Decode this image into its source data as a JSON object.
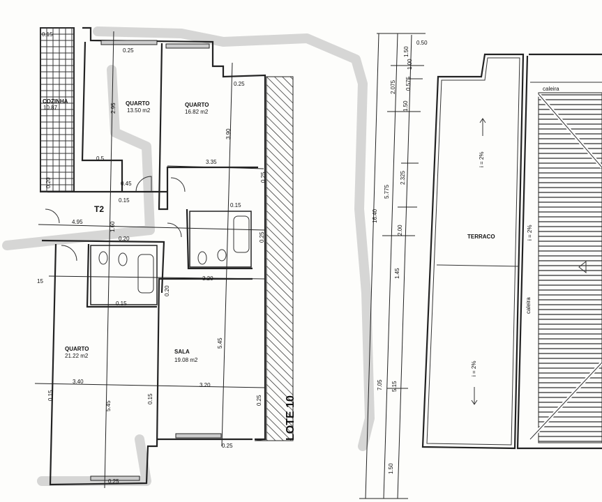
{
  "plan": {
    "unit_label": "T2",
    "lot_label": "LOTE 10",
    "rooms": [
      {
        "name": "COZINHA",
        "area": "10.87"
      },
      {
        "name": "QUARTO",
        "area": "13.50  m2"
      },
      {
        "name": "QUARTO",
        "area": "16.82  m2"
      },
      {
        "name": "QUARTO",
        "area": "21.22  m2"
      },
      {
        "name": "SALA",
        "area": "19.08  m2"
      },
      {
        "name": "TERRACO",
        "area": ""
      }
    ],
    "dimensions": {
      "top_wall_a": "0.25",
      "top_wall_b": "0.25",
      "top_wall_c": "0.15",
      "q1_height": "2.95",
      "q2_height": "3.90",
      "q2_width": "3.35",
      "wall_015_a": "0.15",
      "wall_015_b": "0.15",
      "wall_045": "0.45",
      "wall_05": "0.5",
      "hall_height": "1.60",
      "hall_width": "4.95",
      "wall_020_a": "0.20",
      "wall_020_b": "0.20",
      "sala_top_width": "3.20",
      "wall_020_c": "0.20",
      "bath_015": "0.15",
      "q3_width": "3.40",
      "sala_width": "3.20",
      "q3_height": "5.45",
      "sala_height": "5.45",
      "wall_015_c": "0.15",
      "wall_015_d": "0.15",
      "bottom_a": "0.25",
      "bottom_b": "0.25",
      "hatch_a": "0.25",
      "hatch_b": "0.25",
      "hatch_c": "0.25",
      "left_15": "15"
    },
    "side_chain": {
      "total": "16.40",
      "col2": [
        "2.075",
        "5.775",
        "7.05"
      ],
      "col3": [
        "1.50",
        "1.00",
        "0.575",
        "1.50",
        "2.325",
        "2.00",
        "1.45",
        "5.15",
        "1.50"
      ],
      "top": "0.50"
    },
    "roof": {
      "gutter_label": "caleira",
      "slope_label": "i = 2%"
    }
  }
}
